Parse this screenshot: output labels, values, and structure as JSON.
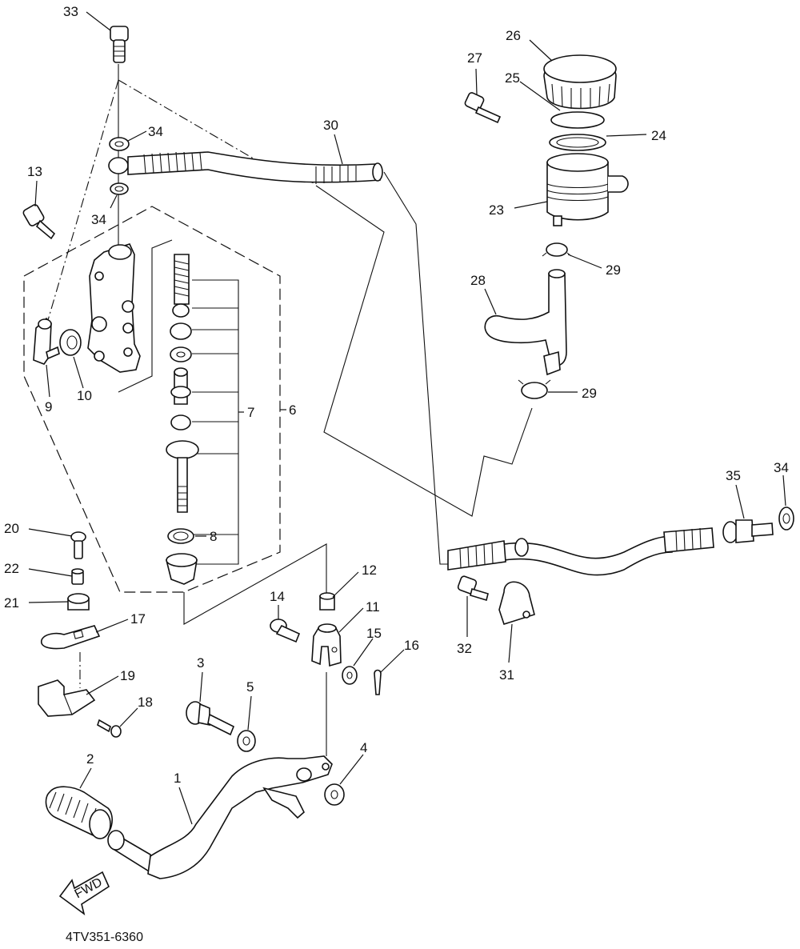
{
  "diagram": {
    "code": "4TV351-6360",
    "fwd_label": "FWD",
    "callouts": [
      "1",
      "2",
      "3",
      "4",
      "5",
      "6",
      "7",
      "8",
      "9",
      "10",
      "11",
      "12",
      "13",
      "14",
      "15",
      "16",
      "17",
      "18",
      "19",
      "20",
      "21",
      "22",
      "23",
      "24",
      "25",
      "26",
      "27",
      "28",
      "29",
      "30",
      "31",
      "32",
      "33",
      "34",
      "35"
    ]
  }
}
